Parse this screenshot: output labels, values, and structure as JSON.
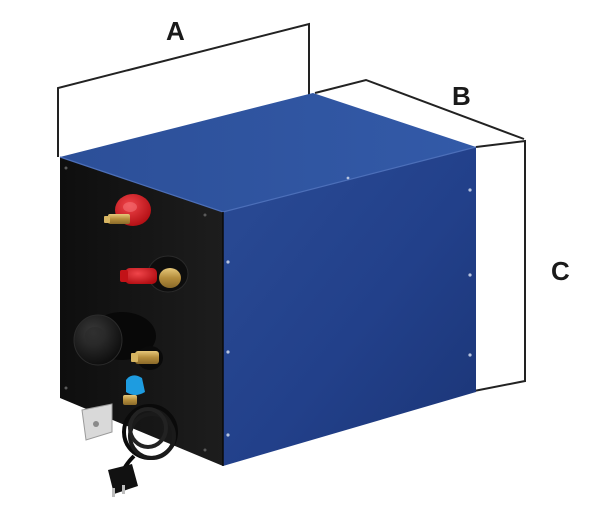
{
  "dimensions": {
    "width_label": "A",
    "depth_label": "B",
    "height_label": "C"
  },
  "colors": {
    "front_panel": "#151515",
    "top_face": "#2c4c92",
    "side_face": "#23418a",
    "fitting_red": "#d8161b",
    "fitting_brass": "#c6a251",
    "dimension_line": "#222222"
  }
}
